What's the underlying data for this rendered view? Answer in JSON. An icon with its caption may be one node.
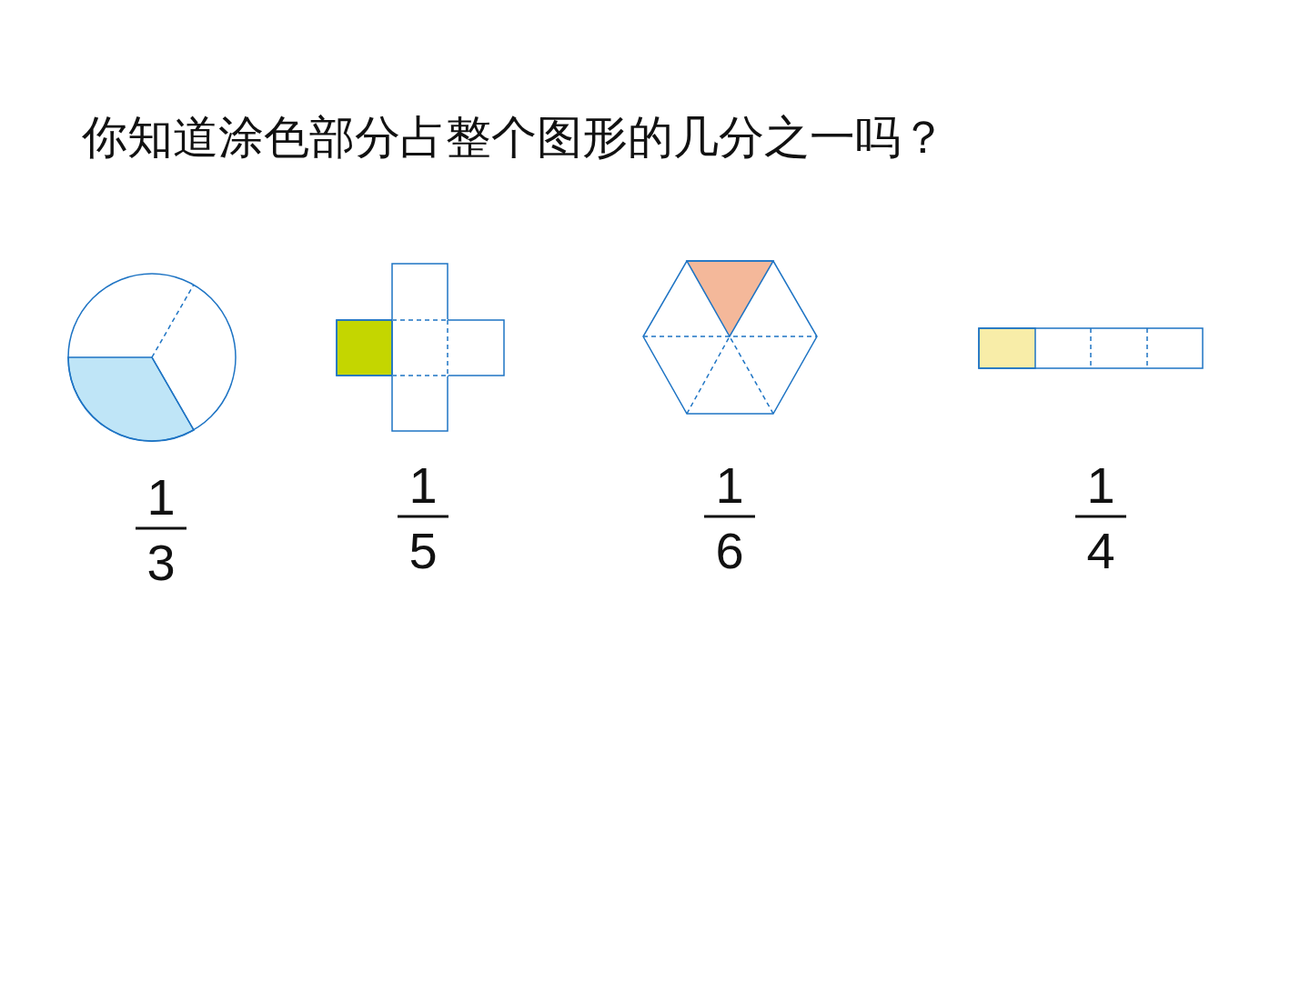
{
  "diagram": {
    "title": "你知道涂色部分占整个图形的几分之一吗？",
    "labels": [
      "1",
      "3",
      "1",
      "5",
      "1",
      "6",
      "1",
      "4"
    ]
  }
}
